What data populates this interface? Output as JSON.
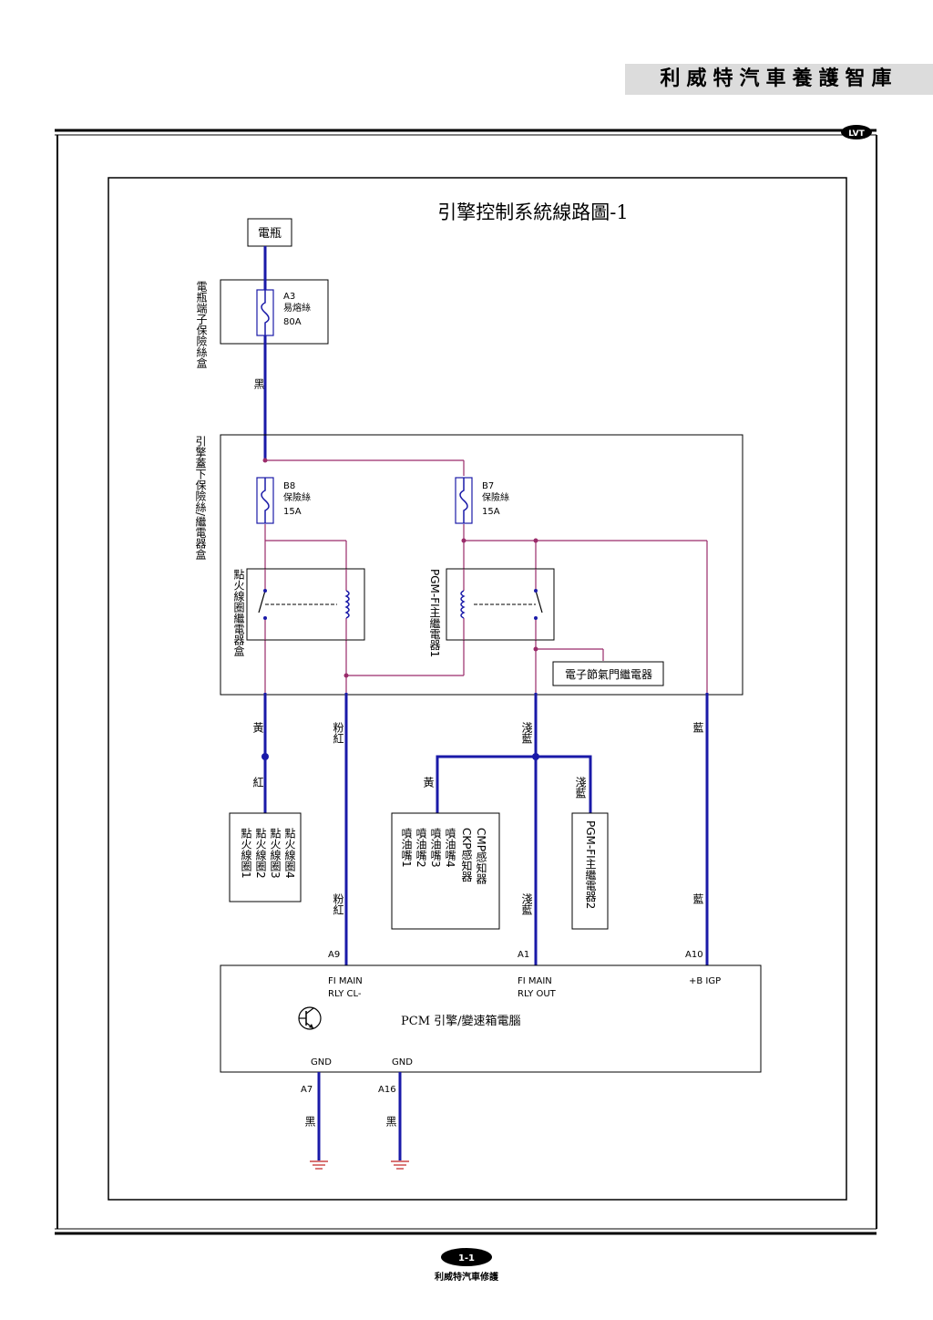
{
  "header": {
    "brand": "利威特汽車養護智庫",
    "logo": "LVT"
  },
  "diagram": {
    "title": "引擎控制系統線路圖-1",
    "battery": "電瓶",
    "battery_fuse_box": "電瓶端子保險絲盒",
    "fuse_a3": {
      "id": "A3",
      "type": "易熔絲",
      "rating": "80A"
    },
    "wire_black": "黑",
    "underhood_box": "引擎蓋下保險絲/繼電器盒",
    "fuse_b8": {
      "id": "B8",
      "type": "保險絲",
      "rating": "15A"
    },
    "fuse_b7": {
      "id": "B7",
      "type": "保險絲",
      "rating": "15A"
    },
    "ignition_relay": "點火線圈繼電器盒",
    "pgm_relay1": "PGM-FI主繼電器1",
    "throttle_relay": "電子節氣門繼電器",
    "wires": {
      "yellow": "黃",
      "red": "紅",
      "pink_red": "粉紅",
      "light_blue": "淺藍",
      "blue": "藍",
      "black": "黑"
    },
    "coil_box": [
      "點火線圈4",
      "點火線圈3",
      "點火線圈2",
      "點火線圈1"
    ],
    "sensor_box": [
      "CMP感知器",
      "CKP感知器",
      "噴油嘴4",
      "噴油嘴3",
      "噴油嘴2",
      "噴油嘴1"
    ],
    "pgm_relay2": "PGM-FI主繼電器2",
    "pins": {
      "a9": "A9",
      "a1": "A1",
      "a10": "A10",
      "a7": "A7",
      "a16": "A16"
    },
    "pcm": {
      "label": "PCM 引擎/變速箱電腦",
      "a9_l1": "FI MAIN",
      "a9_l2": "RLY CL-",
      "a1_l1": "FI MAIN",
      "a1_l2": "RLY OUT",
      "a10_l1": "+B IGP",
      "gnd1": "GND",
      "gnd2": "GND"
    }
  },
  "footer": {
    "page": "1-1",
    "brand": "利威特汽車修護"
  }
}
